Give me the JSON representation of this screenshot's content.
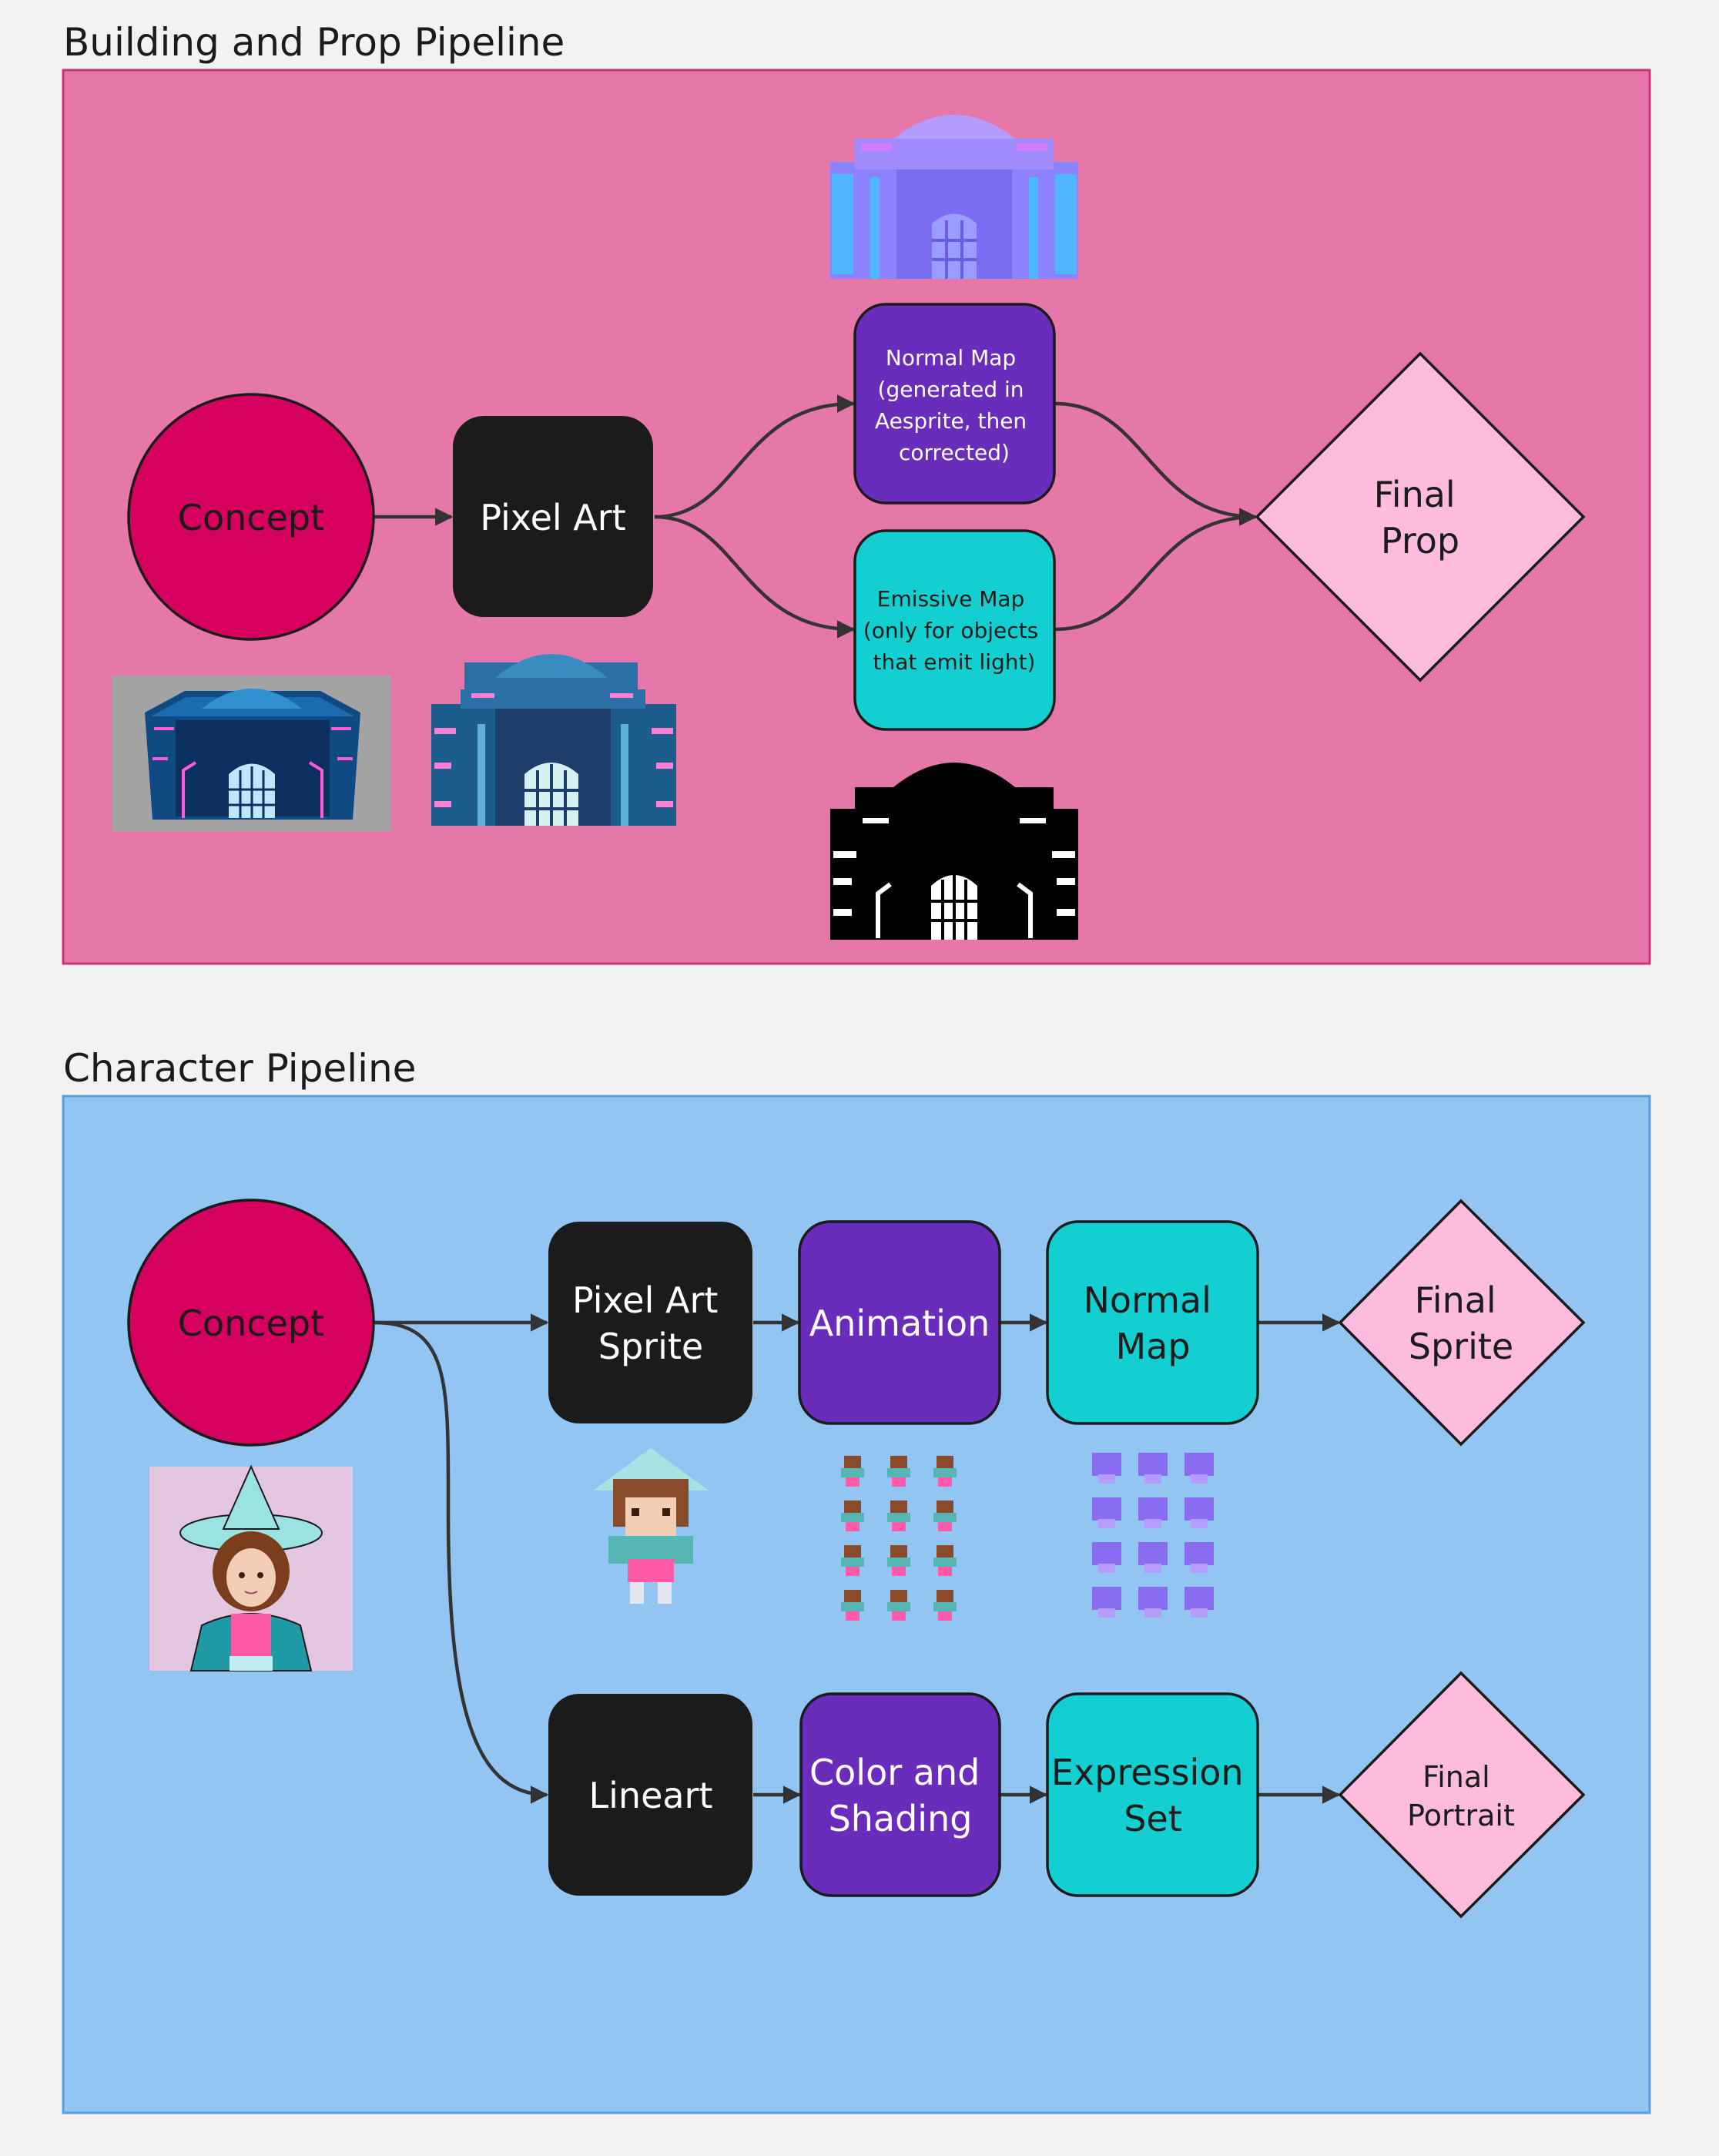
{
  "sections": {
    "building": {
      "title": "Building and Prop Pipeline",
      "nodes": {
        "concept": "Concept",
        "pixel_art": "Pixel Art",
        "normal_map": [
          "Normal Map",
          "(generated in",
          "Aesprite, then",
          "corrected)"
        ],
        "emissive_map": [
          "Emissive Map",
          "(only for objects",
          "that emit light)"
        ],
        "final_prop": [
          "Final",
          "Prop"
        ]
      }
    },
    "character": {
      "title": "Character Pipeline",
      "nodes": {
        "concept": "Concept",
        "pixel_art_sprite": [
          "Pixel Art",
          "Sprite"
        ],
        "animation": "Animation",
        "normal_map": [
          "Normal",
          "Map"
        ],
        "final_sprite": [
          "Final",
          "Sprite"
        ],
        "lineart": "Lineart",
        "color_shading": [
          "Color and",
          "Shading"
        ],
        "expression_set": [
          "Expression",
          "Set"
        ],
        "final_portrait": [
          "Final",
          "Portrait"
        ]
      }
    }
  },
  "colors": {
    "building_bg": "#e677a9",
    "character_bg": "#92c5f1",
    "concept": "#d6005f",
    "black_node": "#1b1b1b",
    "purple_node": "#6a2cba",
    "teal_node": "#13cfd2",
    "final_node": "#fdbcdd"
  },
  "icons": [
    "building-concept-image",
    "building-pixel-art-image",
    "building-normal-map-image",
    "building-emissive-map-image",
    "character-concept-portrait",
    "character-pixel-sprite",
    "character-animation-sheet",
    "character-normal-map-sheet"
  ]
}
